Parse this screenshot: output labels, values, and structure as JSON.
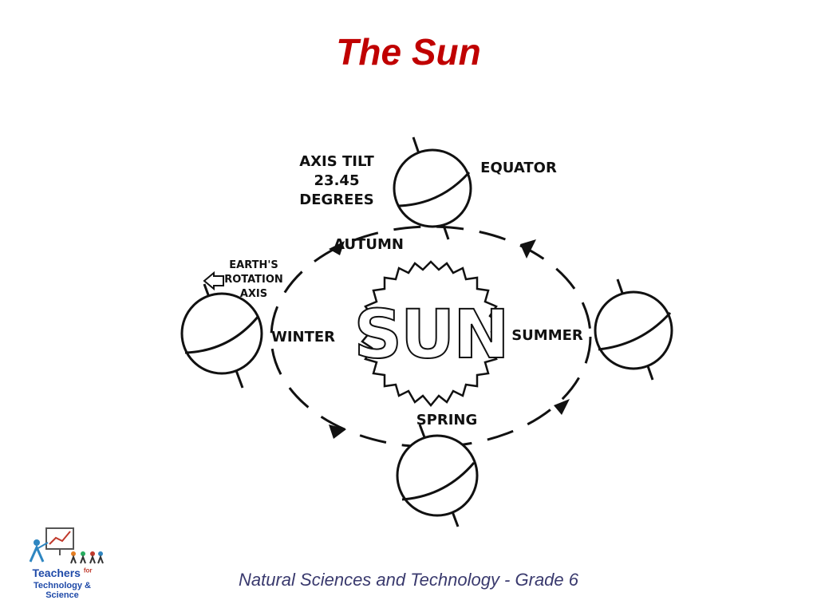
{
  "slide": {
    "title": "The Sun",
    "footer": "Natural Sciences and Technology - Grade 6"
  },
  "logo": {
    "line1": "Teachers",
    "line1_small": "for",
    "line2": "Technology & Science"
  },
  "diagram": {
    "sun_label": "SUN",
    "seasons": {
      "autumn": "AUTUMN",
      "winter": "WINTER",
      "summer": "SUMMER",
      "spring": "SPRING"
    },
    "axis_tilt": [
      "AXIS TILT",
      "23.45",
      "DEGREES"
    ],
    "equator": "EQUATOR",
    "rotation_axis": [
      "EARTH'S",
      "ROTATION",
      "AXIS"
    ]
  },
  "colors": {
    "title": "#c00000",
    "footer": "#3a3a6e",
    "logo_blue": "#1f4aa8"
  }
}
